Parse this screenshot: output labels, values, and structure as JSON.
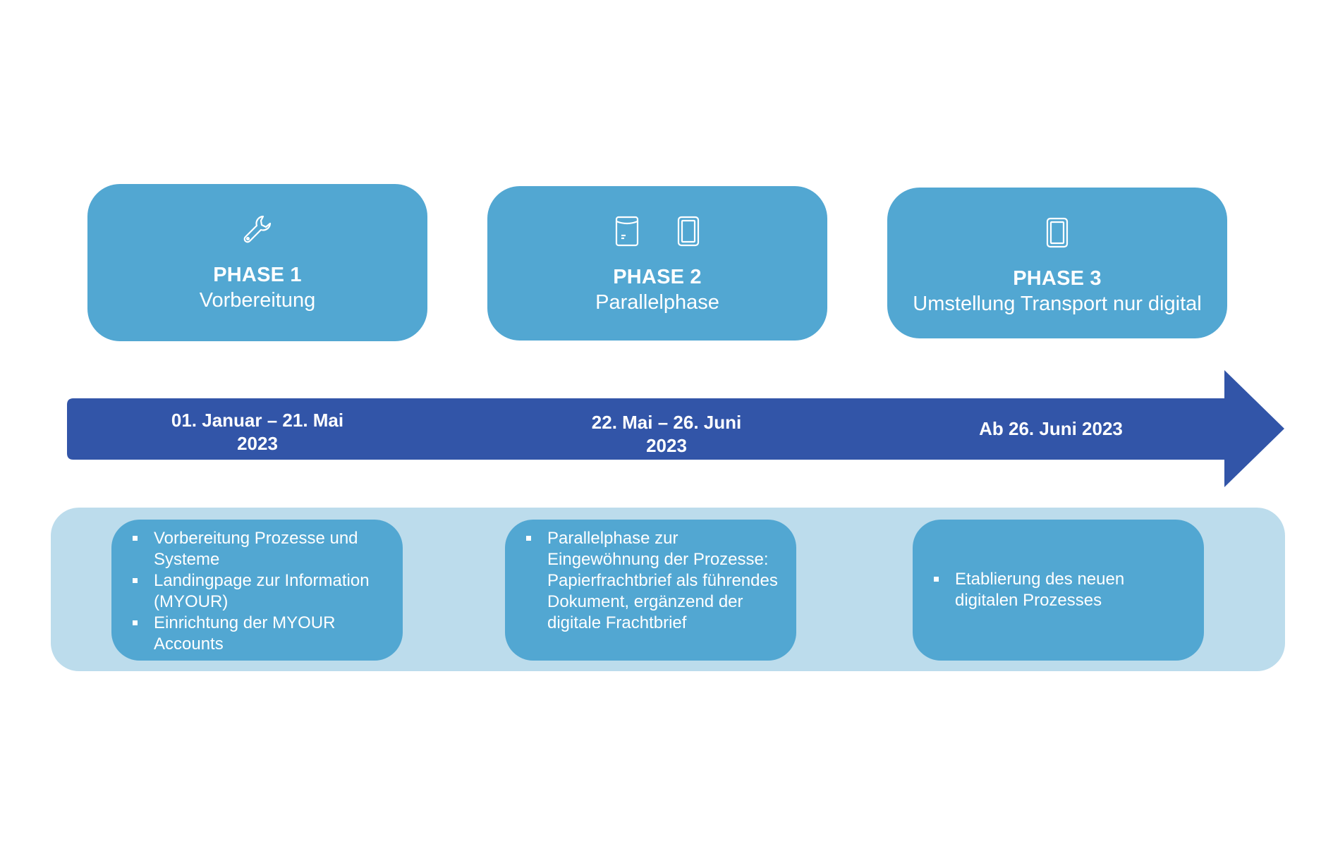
{
  "colors": {
    "phase_box": "#52a7d2",
    "arrow": "#3255a8",
    "details_band": "#bcdcec",
    "text": "#ffffff"
  },
  "phases": [
    {
      "title": "PHASE 1",
      "subtitle": "Vorbereitung",
      "icons": [
        "wrench-icon"
      ],
      "date": "01. Januar – 21. Mai\n2023",
      "details": [
        "Vorbereitung Prozesse und Systeme",
        "Landingpage zur Information (MYOUR)",
        "Einrichtung der MYOUR Accounts"
      ]
    },
    {
      "title": "PHASE 2",
      "subtitle": "Parallelphase",
      "icons": [
        "paper-document-icon",
        "tablet-icon"
      ],
      "date": "22. Mai – 26. Juni\n2023",
      "details": [
        "Parallelphase zur Eingewöhnung der Prozesse: Papierfrachtbrief als führendes Dokument, ergänzend der digitale Frachtbrief"
      ]
    },
    {
      "title": "PHASE 3",
      "subtitle": "Umstellung Transport nur digital",
      "icons": [
        "tablet-icon"
      ],
      "date": "Ab 26. Juni 2023",
      "details": [
        "Etablierung des neuen digitalen Prozesses"
      ]
    }
  ]
}
